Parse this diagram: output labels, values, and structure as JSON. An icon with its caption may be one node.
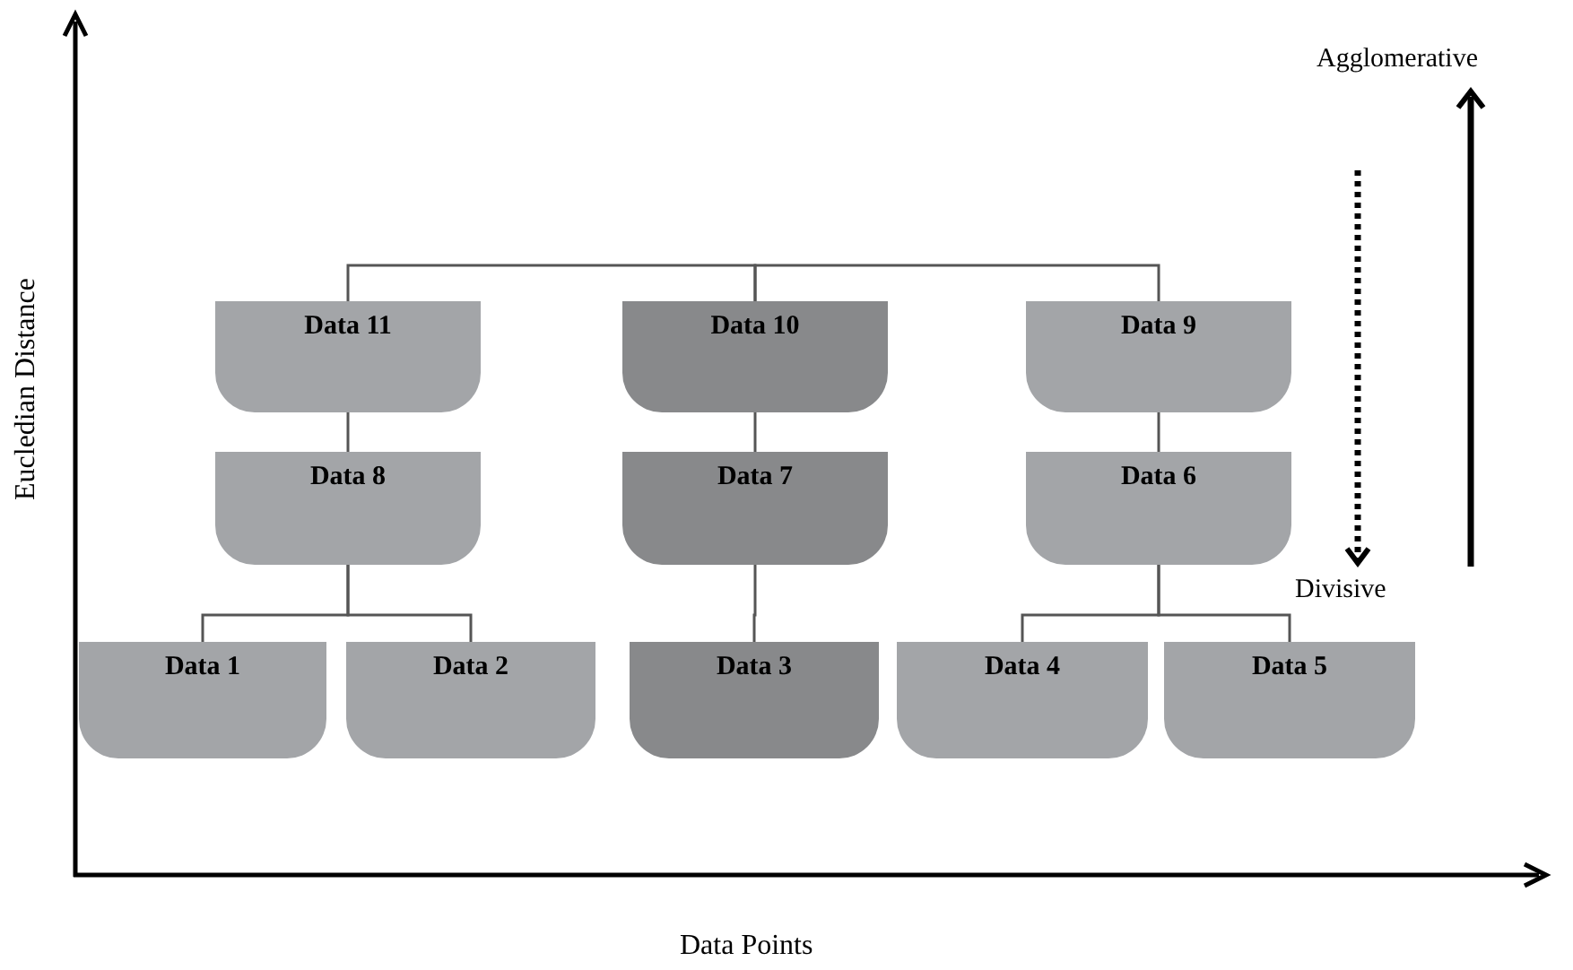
{
  "diagram": {
    "nodes": [
      {
        "text": [
          "Data 11"
        ]
      },
      {
        "text": [
          "Data 10"
        ]
      },
      {
        "text": [
          "Data 9"
        ]
      },
      {
        "text": [
          "Data 8"
        ]
      },
      {
        "text": [
          "Data 7"
        ]
      },
      {
        "text": [
          "Data 6"
        ]
      },
      {
        "text": [
          "Data 1"
        ]
      },
      {
        "text": [
          "Data 2"
        ]
      },
      {
        "text": [
          "Data 3"
        ]
      },
      {
        "text": [
          "Data 4"
        ]
      },
      {
        "text": [
          "Data 5"
        ]
      }
    ],
    "edges": [
      {
        "from": 0,
        "to": 1,
        "arrow": "none"
      },
      {
        "from": 1,
        "to": 2,
        "arrow": "none"
      },
      {
        "from": 0,
        "to": 3,
        "arrow": "none"
      },
      {
        "from": 1,
        "to": 4,
        "arrow": "none"
      },
      {
        "from": 2,
        "to": 5,
        "arrow": "none"
      },
      {
        "from": 3,
        "to": 6,
        "arrow": "none"
      },
      {
        "from": 3,
        "to": 7,
        "arrow": "none"
      },
      {
        "from": 4,
        "to": 8,
        "arrow": "none"
      },
      {
        "from": 5,
        "to": 9,
        "arrow": "none"
      },
      {
        "from": 5,
        "to": 10,
        "arrow": "none"
      }
    ],
    "labels": [
      "Eucledian Distance",
      "Data Points",
      "Agglomerative",
      "Divisive"
    ]
  }
}
